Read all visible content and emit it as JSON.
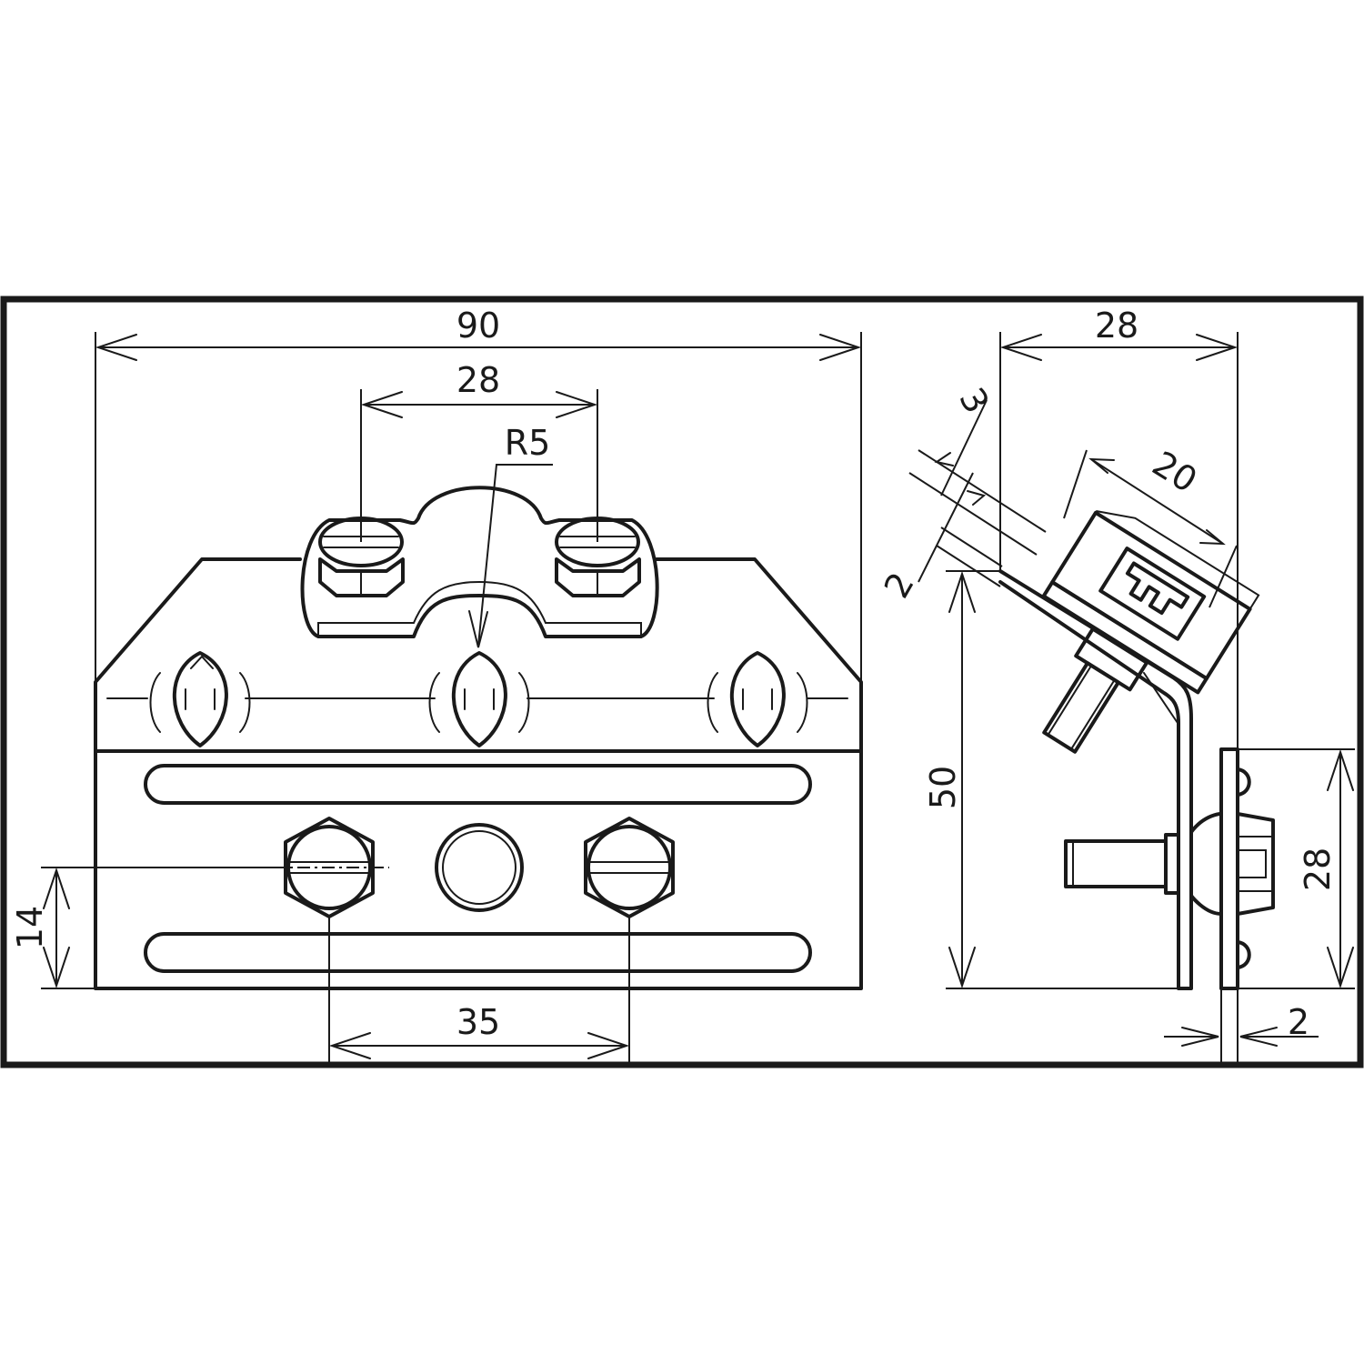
{
  "dimensions": {
    "front_width": "90",
    "clamp_bolt_spacing": "28",
    "radius": "R5",
    "base_bolt_spacing": "35",
    "bolt_height_from_bottom": "14",
    "side_width": "28",
    "clamp_width": "20",
    "clamp_thickness": "3",
    "plate_thickness_angled": "2",
    "side_height": "50",
    "base_height": "28",
    "plate_thickness": "2"
  },
  "icons": {
    "hex_bolt": "hex-bolt-icon",
    "slotted_screw": "slotted-screw-icon",
    "round_hole": "round-hole-icon"
  }
}
